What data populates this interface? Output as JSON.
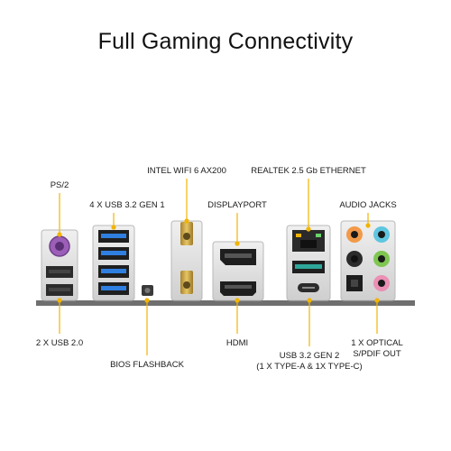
{
  "title": "Full Gaming Connectivity",
  "labels": {
    "ps2": "PS/2",
    "usb32gen1": "4 X USB 3.2 GEN 1",
    "wifi": "INTEL WIFI 6 AX200",
    "displayport": "DISPLAYPORT",
    "ethernet": "REALTEK 2.5 Gb ETHERNET",
    "audio": "AUDIO JACKS",
    "usb20": "2 X USB 2.0",
    "bios": "BIOS FLASHBACK",
    "hdmi": "HDMI",
    "usb32gen2_line1": "USB 3.2 GEN 2",
    "usb32gen2_line2": "(1 X TYPE-A & 1X TYPE-C)",
    "optical_line1": "1 X OPTICAL",
    "optical_line2": "S/PDIF OUT"
  },
  "colors": {
    "callout": "#f2b400",
    "panel": "#d9d9d9",
    "usb3_blue": "#2f7fe0",
    "usb_teal": "#2ea79a",
    "ps2_purple": "#9c5fb8"
  }
}
